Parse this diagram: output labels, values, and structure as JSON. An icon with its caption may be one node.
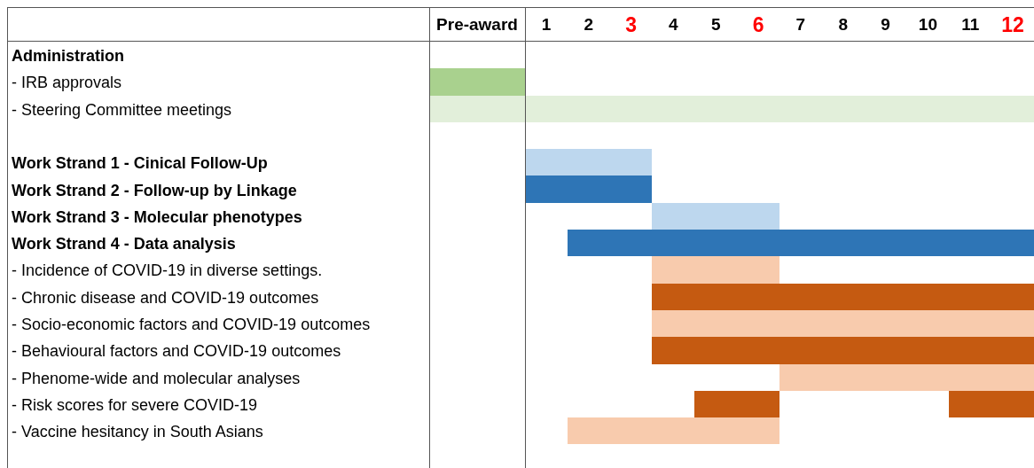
{
  "diagram": {
    "labels": [
      "Pre-award",
      "1",
      "2",
      "3",
      "4",
      "5",
      "6",
      "7",
      "8",
      "9",
      "10",
      "11",
      "12",
      "Administration",
      "- IRB approvals",
      "- Steering Committee meetings",
      "Work Strand 1 - Cinical Follow-Up",
      "Work Strand 2 - Follow-up by Linkage",
      "Work Strand 3 - Molecular phenotypes",
      "Work Strand 4 - Data analysis",
      "- Incidence of COVID-19 in diverse settings.",
      "- Chronic disease and COVID-19 outcomes",
      "- Socio-economic factors and COVID-19 outcomes",
      "- Behavioural factors and COVID-19 outcomes",
      "- Phenome-wide and molecular analyses",
      "- Risk scores for severe COVID-19",
      "- Vaccine hesitancy in South Asians"
    ]
  }
}
